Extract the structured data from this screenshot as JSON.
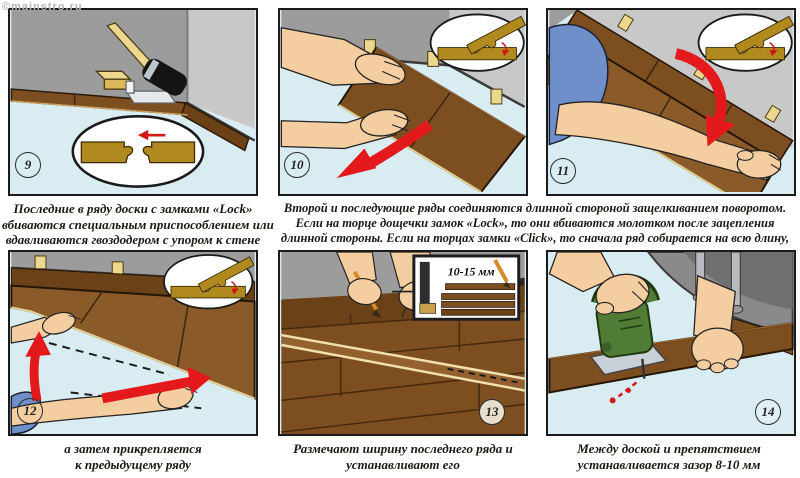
{
  "watermark": "©mainstro.ru",
  "colors": {
    "floor_underlay": "#d9ecf1",
    "wall_gray": "#9c9c9c",
    "wall_light": "#c8c8c8",
    "plank_brown": "#7d4e1f",
    "arrow_red": "#e3191b",
    "lock_gold": "#b18a1f",
    "caption_text": "#1a1a12"
  },
  "panels": [
    {
      "number": "9",
      "caption_lines": [
        "Последние в ряду доски с замками «Lock»",
        "вбиваются специальным приспособлением или",
        "вдавливаются гвоздодером с упором к стене"
      ]
    },
    {
      "number": "10"
    },
    {
      "number": "11"
    },
    {
      "number": "12",
      "caption_lines": [
        "а затем прикрепляется",
        "к предыдущему ряду"
      ]
    },
    {
      "number": "13",
      "caption_lines": [
        "Размечают ширину последнего ряда и",
        "устанавливают его"
      ],
      "inset_label": "10-15 мм"
    },
    {
      "number": "14",
      "caption_lines": [
        "Между доской и препятствием",
        "устанавливается зазор 8-10 мм"
      ]
    }
  ],
  "row1_shared_caption_lines": [
    "Второй и последующие ряды соединяются длинной стороной защелкиванием поворотом.",
    "Если на торце дощечки замок «Lock», то они вбиваются молотком после зацепления",
    "длинной стороны. Если на торцах замки «Click», то сначала ряд собирается на всю длину,"
  ]
}
